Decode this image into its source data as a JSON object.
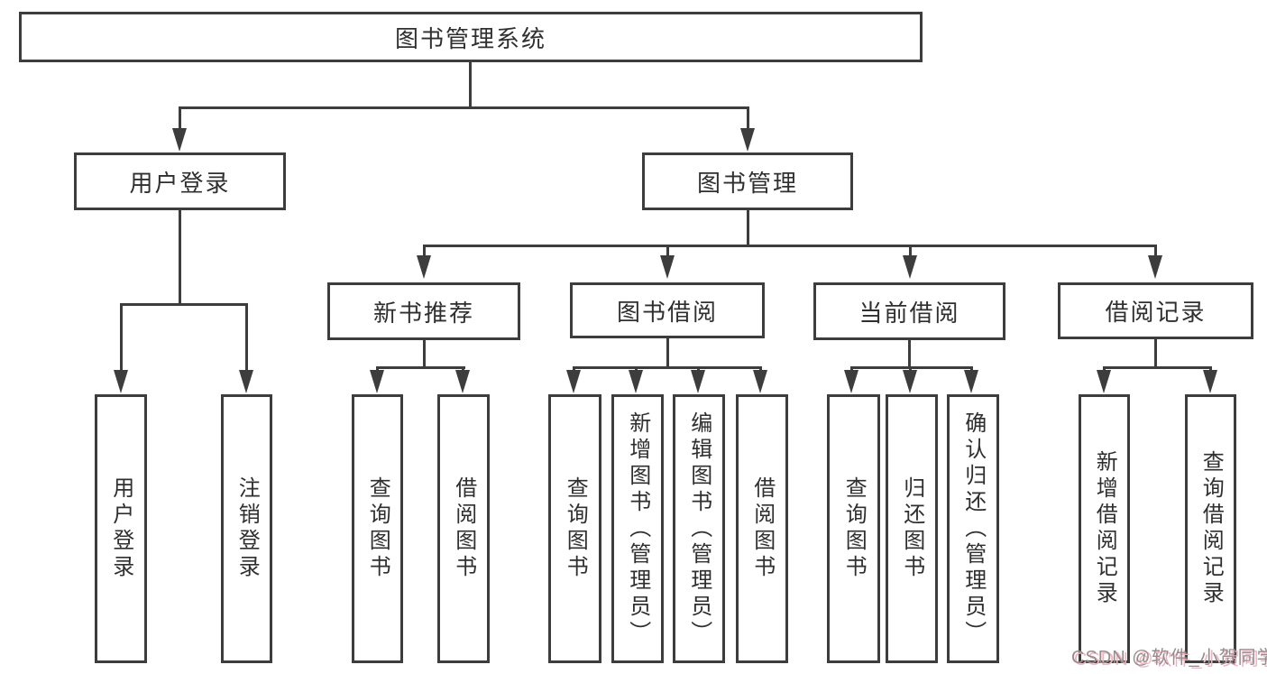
{
  "nodes": {
    "root": "图书管理系统",
    "user_login": "用户登录",
    "book_mgmt": "图书管理",
    "new_book_rec": "新书推荐",
    "book_borrow": "图书借阅",
    "current_borrow": "当前借阅",
    "borrow_history": "借阅记录",
    "leaf_user_login": "用户登录",
    "leaf_logout": "注销登录",
    "leaf_nb_query": "查询图书",
    "leaf_nb_borrow": "借阅图书",
    "leaf_bb_query": "查询图书",
    "leaf_bb_add": "新增图书（管理员）",
    "leaf_bb_edit": "编辑图书（管理员）",
    "leaf_bb_borrow": "借阅图书",
    "leaf_cb_query": "查询图书",
    "leaf_cb_return": "归还图书",
    "leaf_cb_confirm": "确认归还（管理员）",
    "leaf_bh_add": "新增借阅记录",
    "leaf_bh_query": "查询借阅记录"
  },
  "watermark": "CSDN @软件_小贺同学",
  "colors": {
    "line": "#3d3d3d",
    "text": "#2f2f2f",
    "background": "#ffffff",
    "watermark": "#8f8f8f",
    "watermark_shadow": "#f6b0bd"
  }
}
